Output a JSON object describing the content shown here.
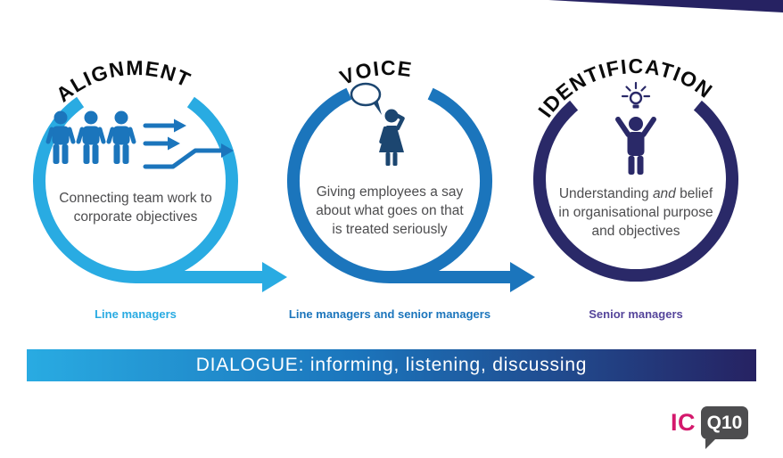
{
  "slide": {
    "background": "#FFFFFF"
  },
  "corner_accent_color": "#262262",
  "circles": [
    {
      "title": "ALIGNMENT",
      "ring_color": "#29ABE2",
      "icon": {
        "name": "team-alignment-icon",
        "color": "#1B75BC"
      },
      "body_lines": [
        "Connecting team work to",
        "corporate objectives"
      ],
      "caption": "Line managers",
      "caption_color": "#29ABE2"
    },
    {
      "title": "VOICE",
      "ring_color": "#1B75BC",
      "icon": {
        "name": "speaking-woman-icon",
        "color": "#1C4670"
      },
      "body_lines": [
        "Giving employees a say",
        "about what goes on that",
        "is treated seriously"
      ],
      "caption": "Line managers and senior managers",
      "caption_color": "#1B75BC"
    },
    {
      "title": "IDENTIFICATION",
      "ring_color": "#2A2968",
      "icon": {
        "name": "person-lightbulb-icon",
        "color": "#2A2968"
      },
      "body": {
        "pre": "Understanding ",
        "italic": "and",
        "post": " belief",
        "line2": "in organisational purpose",
        "line3": "and objectives"
      },
      "caption": "Senior managers",
      "caption_color": "#55459B"
    }
  ],
  "banner": {
    "label": "DIALOGUE: informing, listening, discussing",
    "gradient_from": "#29ABE2",
    "gradient_to": "#262262",
    "text_color": "#FFFFFF"
  },
  "logo": {
    "prefix": "IC",
    "prefix_color": "#D4186C",
    "bubble_text": "Q10",
    "bubble_color": "#4D4D4F"
  },
  "body_text_color": "#4D4D4F",
  "title_color": "#0B0B0B"
}
